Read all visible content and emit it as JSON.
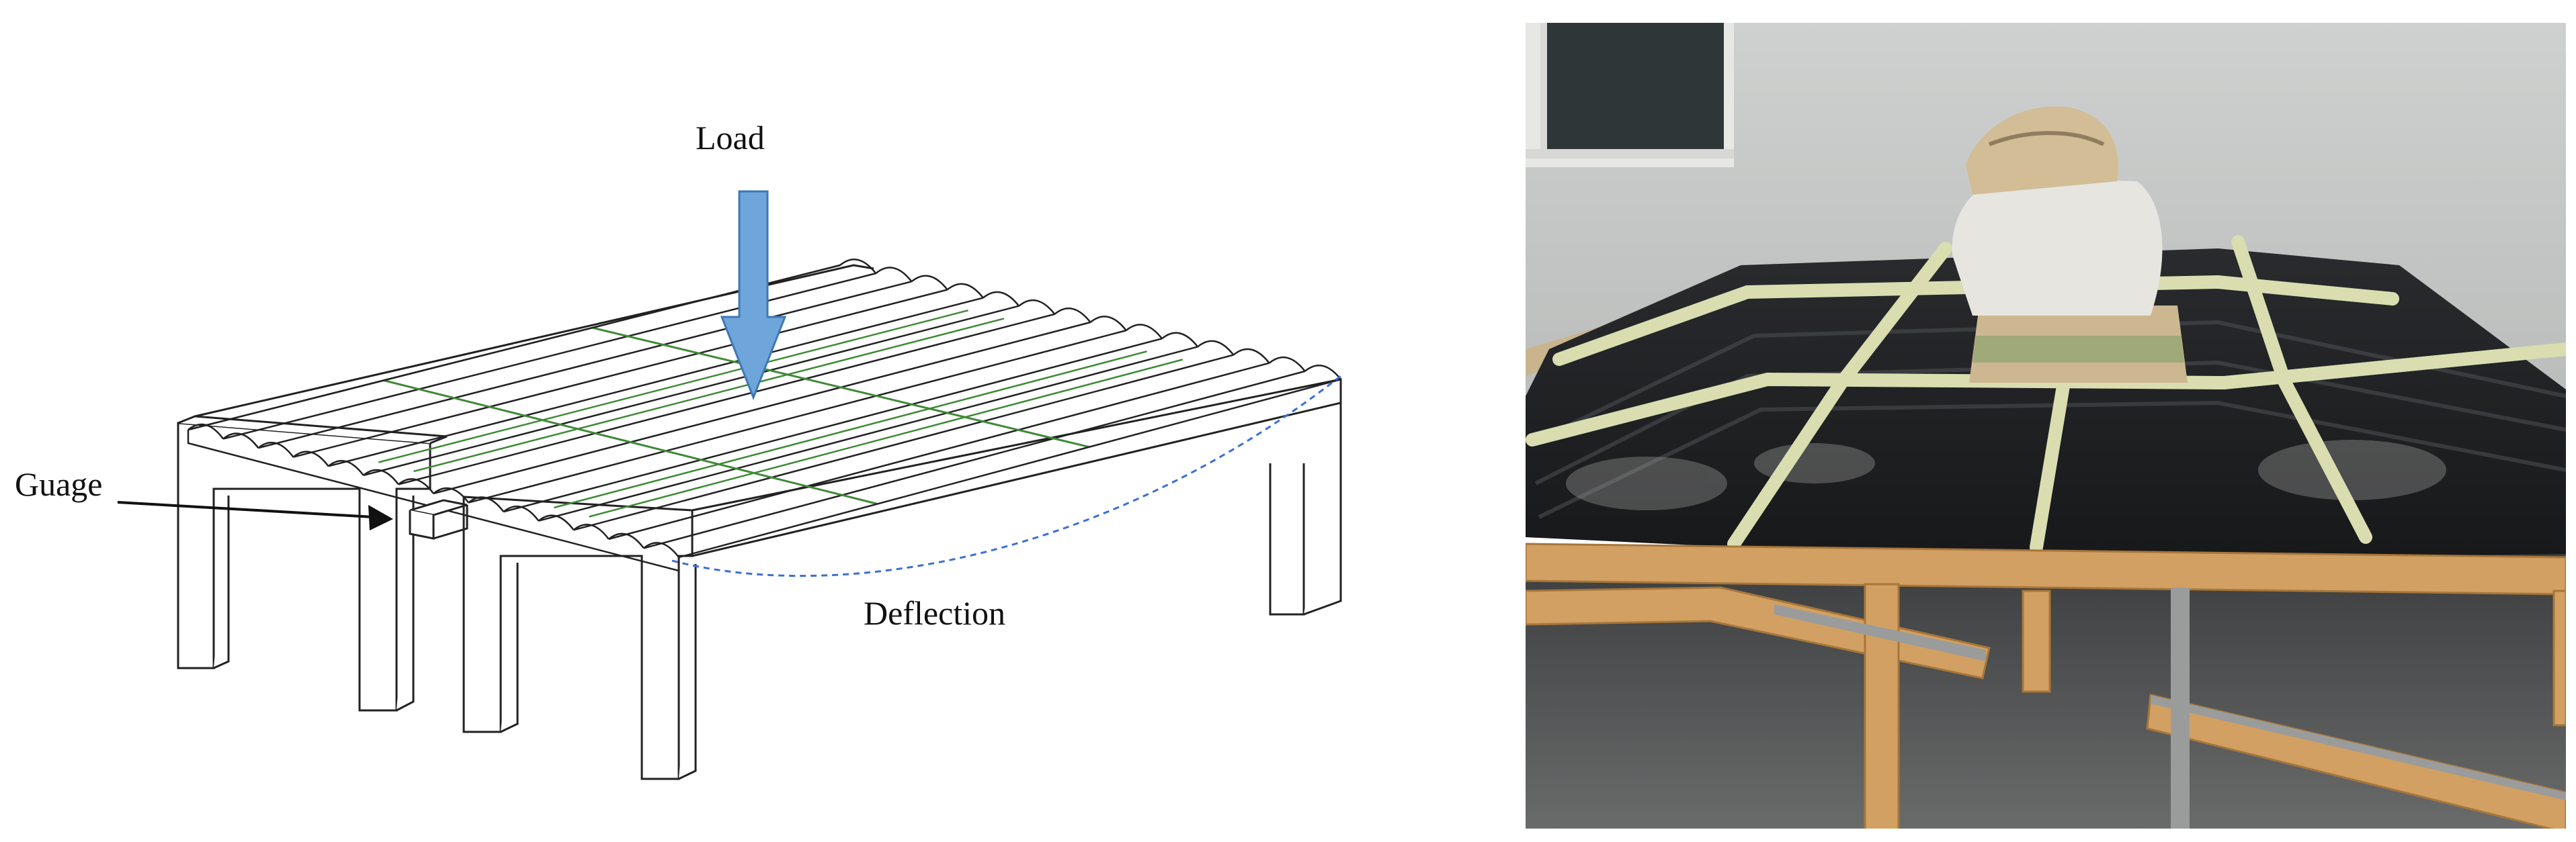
{
  "diagram": {
    "labels": {
      "load": "Load",
      "gauge": "Guage",
      "deflection": "Deflection"
    },
    "colors": {
      "load_arrow": "#6ea6dc",
      "load_arrow_stroke": "#3f78b3",
      "deflection_curve": "#3b6fd8",
      "sheet_seam": "#3f8a36",
      "line": "#222222"
    }
  },
  "photo": {
    "colors": {
      "wall": "#c8cac9",
      "roof_sheet": "#1c1d1f",
      "sealant_strip": "#d9ddb0",
      "timber_frame": "#d2a062",
      "sandbag": "#d8c7a3",
      "ground": "#4d4f50"
    }
  }
}
